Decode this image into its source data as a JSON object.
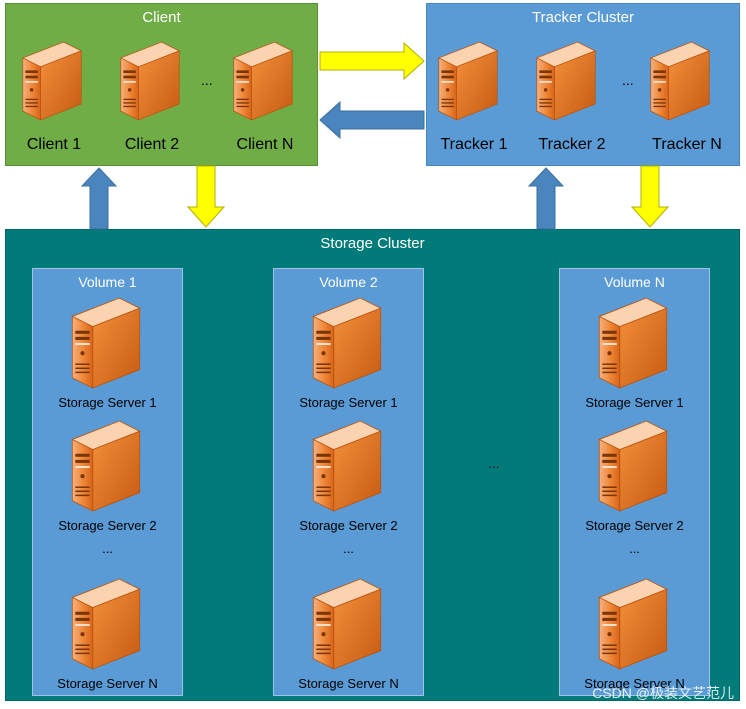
{
  "client": {
    "title": "Client",
    "servers": [
      "Client 1",
      "Client 2",
      "Client N"
    ],
    "ellipsis": "..."
  },
  "tracker": {
    "title": "Tracker Cluster",
    "servers": [
      "Tracker 1",
      "Tracker 2",
      "Tracker N"
    ],
    "ellipsis": "..."
  },
  "storage": {
    "title": "Storage Cluster",
    "between_volumes": "...",
    "volumes": [
      {
        "title": "Volume 1",
        "servers": [
          "Storage Server 1",
          "Storage Server 2",
          "Storage Server N"
        ],
        "ellipsis": "..."
      },
      {
        "title": "Volume 2",
        "servers": [
          "Storage Server 1",
          "Storage Server 2",
          "Storage Server N"
        ],
        "ellipsis": "..."
      },
      {
        "title": "Volume N",
        "servers": [
          "Storage Server 1",
          "Storage Server 2",
          "Storage Server N"
        ],
        "ellipsis": "..."
      }
    ]
  },
  "watermark": "CSDN @极装文艺范儿",
  "colors": {
    "client_bg": "#70ad47",
    "tracker_bg": "#5b9bd5",
    "storage_bg": "#007b7a",
    "volume_bg": "#5b9bd5",
    "arrow_yellow": "#ffff00",
    "arrow_blue": "#4a86bd",
    "server_orange": "#e8741f"
  }
}
